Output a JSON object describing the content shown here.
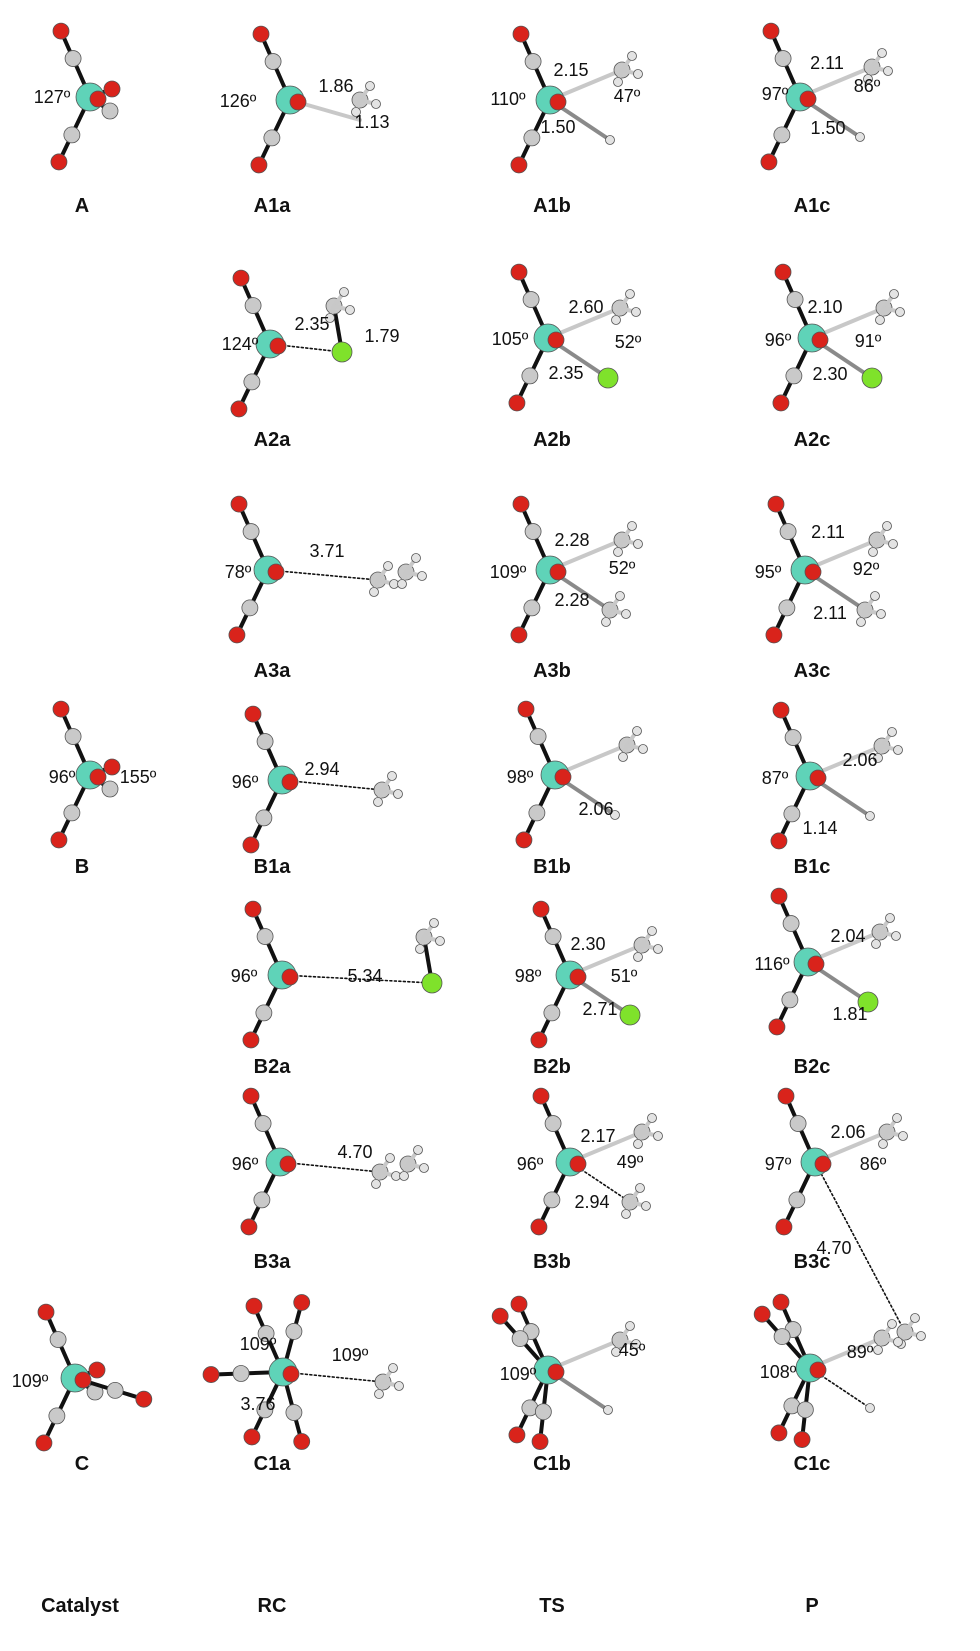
{
  "colors": {
    "metal": "#5fd3b8",
    "oxygen": "#d9231b",
    "carbon": "#c9c9c9",
    "chlorine": "#7fe22b",
    "bond": "#111111"
  },
  "columns": [
    "Catalyst",
    "RC",
    "TS",
    "P"
  ],
  "structures": [
    {
      "label": "A",
      "annotations": [
        "127º"
      ]
    },
    {
      "label": "A1a",
      "annotations": [
        "126º",
        "1.86",
        "1.13"
      ]
    },
    {
      "label": "A1b",
      "annotations": [
        "110º",
        "2.15",
        "47º",
        "1.50"
      ]
    },
    {
      "label": "A1c",
      "annotations": [
        "97º",
        "2.11",
        "86º",
        "1.50"
      ]
    },
    {
      "label": "A2a",
      "annotations": [
        "124º",
        "2.35",
        "1.79"
      ]
    },
    {
      "label": "A2b",
      "annotations": [
        "105º",
        "2.60",
        "52º",
        "2.35"
      ]
    },
    {
      "label": "A2c",
      "annotations": [
        "96º",
        "2.10",
        "91º",
        "2.30"
      ]
    },
    {
      "label": "A3a",
      "annotations": [
        "78º",
        "3.71"
      ]
    },
    {
      "label": "A3b",
      "annotations": [
        "109º",
        "2.28",
        "52º",
        "2.28"
      ]
    },
    {
      "label": "A3c",
      "annotations": [
        "95º",
        "2.11",
        "92º",
        "2.11"
      ]
    },
    {
      "label": "B",
      "annotations": [
        "96º",
        "155º"
      ]
    },
    {
      "label": "B1a",
      "annotations": [
        "96º",
        "2.94"
      ]
    },
    {
      "label": "B1b",
      "annotations": [
        "98º",
        "2.06"
      ]
    },
    {
      "label": "B1c",
      "annotations": [
        "87º",
        "2.06",
        "1.14"
      ]
    },
    {
      "label": "B2a",
      "annotations": [
        "96º",
        "5.34"
      ]
    },
    {
      "label": "B2b",
      "annotations": [
        "98º",
        "2.30",
        "51º",
        "2.71"
      ]
    },
    {
      "label": "B2c",
      "annotations": [
        "116º",
        "2.04",
        "1.81"
      ]
    },
    {
      "label": "B3a",
      "annotations": [
        "96º",
        "4.70"
      ]
    },
    {
      "label": "B3b",
      "annotations": [
        "96º",
        "2.17",
        "49º",
        "2.94"
      ]
    },
    {
      "label": "B3c",
      "annotations": [
        "97º",
        "2.06",
        "86º",
        "4.70"
      ]
    },
    {
      "label": "C",
      "annotations": [
        "109º"
      ]
    },
    {
      "label": "C1a",
      "annotations": [
        "109º",
        "109º",
        "3.76"
      ]
    },
    {
      "label": "C1b",
      "annotations": [
        "109º",
        "45º"
      ]
    },
    {
      "label": "C1c",
      "annotations": [
        "108º",
        "89º"
      ]
    }
  ]
}
